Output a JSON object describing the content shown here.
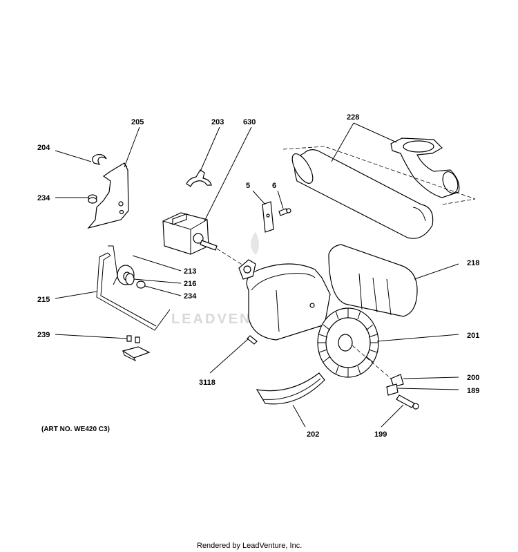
{
  "labels": {
    "p204": "204",
    "p205": "205",
    "p234a": "234",
    "p203": "203",
    "p630": "630",
    "p228": "228",
    "p5": "5",
    "p6": "6",
    "p218": "218",
    "p213": "213",
    "p216": "216",
    "p234b": "234",
    "p215": "215",
    "p239": "239",
    "p201": "201",
    "p3118": "3118",
    "p200": "200",
    "p189": "189",
    "p202": "202",
    "p199": "199"
  },
  "art_no": "(ART NO. WE420 C3)",
  "footer": "Rendered by LeadVenture, Inc.",
  "watermark": "LEADVENTURE",
  "colors": {
    "ink": "#000000",
    "watermark": "#d9d9d9",
    "background": "#ffffff"
  }
}
